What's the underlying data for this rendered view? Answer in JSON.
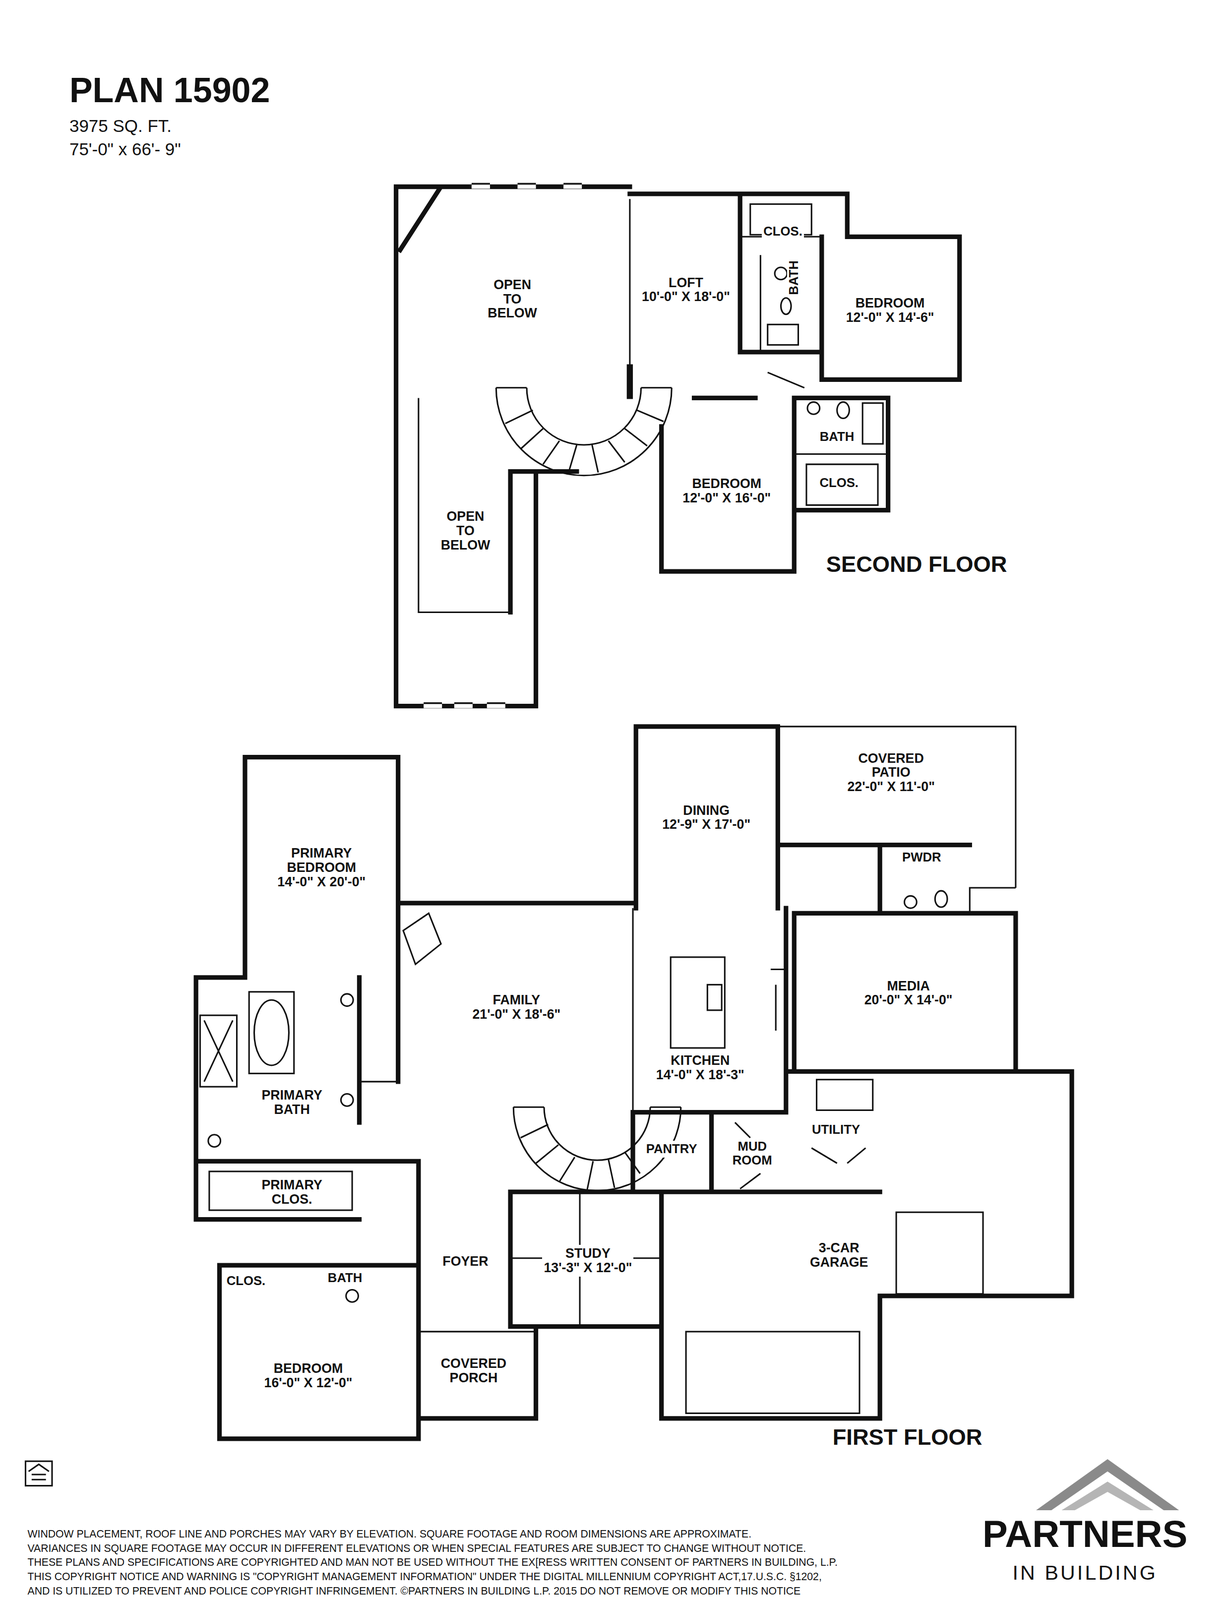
{
  "diagram": {
    "title": "PLAN 15902",
    "nodes": [
      {
        "text": [
          "OPEN TO BELOW"
        ]
      },
      {
        "text": [
          "LOFT",
          "10'-0\" X 18'-0\""
        ]
      },
      {
        "text": [
          "CLOS."
        ]
      },
      {
        "text": [
          "BATH"
        ]
      },
      {
        "text": [
          "BEDROOM",
          "12'-0\" X 14'-6\""
        ]
      },
      {
        "text": [
          "BATH"
        ]
      },
      {
        "text": [
          "CLOS."
        ]
      },
      {
        "text": [
          "BEDROOM",
          "12'-0\" X 16'-0\""
        ]
      },
      {
        "text": [
          "OPEN TO BELOW"
        ]
      },
      {
        "text": [
          "COVERED PATIO",
          "22'-0\" X 11'-0\""
        ]
      },
      {
        "text": [
          "PRIMARY BEDROOM",
          "14'-0\" X 20'-0\""
        ]
      },
      {
        "text": [
          "DINING",
          "12'-9\" X 17'-0\""
        ]
      },
      {
        "text": [
          "PWDR"
        ]
      },
      {
        "text": [
          "FAMILY",
          "21'-0\" X 18'-6\""
        ]
      },
      {
        "text": [
          "MEDIA",
          "20'-0\" X 14'-0\""
        ]
      },
      {
        "text": [
          "KITCHEN",
          "14'-0\" X 18'-3\""
        ]
      },
      {
        "text": [
          "PRIMARY BATH"
        ]
      },
      {
        "text": [
          "UTILITY"
        ]
      },
      {
        "text": [
          "PANTRY"
        ]
      },
      {
        "text": [
          "MUD ROOM"
        ]
      },
      {
        "text": [
          "PRIMARY CLOS."
        ]
      },
      {
        "text": [
          "FOYER"
        ]
      },
      {
        "text": [
          "STUDY",
          "13'-3\" X 12'-0\""
        ]
      },
      {
        "text": [
          "3-CAR GARAGE"
        ]
      },
      {
        "text": [
          "CLOS."
        ]
      },
      {
        "text": [
          "BATH"
        ]
      },
      {
        "text": [
          "BEDROOM",
          "16'-0\" X 12'-0\""
        ]
      },
      {
        "text": [
          "COVERED PORCH"
        ]
      }
    ],
    "labels": [
      "3975 SQ. FT.",
      "75'-0\" x 66'- 9\"",
      "SECOND FLOOR",
      "FIRST FLOOR",
      "WINDOW PLACEMENT, ROOF LINE AND PORCHES MAY VARY BY ELEVATION.  SQUARE FOOTAGE AND ROOM DIMENSIONS ARE APPROXIMATE.",
      "VARIANCES IN SQUARE FOOTAGE MAY OCCUR IN DIFFERENT ELEVATIONS OR  WHEN SPECIAL FEATURES ARE SUBJECT TO CHANGE WITHOUT NOTICE.",
      "THESE PLANS AND SPECIFICATIONS ARE COPYRIGHTED AND MAN NOT BE USED WITHOUT THE EX[RESS WRITTEN CONSENT OF PARTNERS IN BUILDING, L.P.",
      "THIS COPYRIGHT NOTICE AND WARNING IS \"COPYRIGHT MANAGEMENT INFORMATION\" UNDER THE DIGITAL MILLENNIUM COPYRIGHT ACT,17.U.S.C. §1202,",
      "AND IS UTILIZED TO PREVENT AND POLICE COPYRIGHT INFRINGEMENT. ©PARTNERS IN BUILDING L.P. 2015  DO NOT REMOVE OR MODIFY THIS NOTICE",
      "PARTNERS",
      "IN BUILDING"
    ]
  }
}
